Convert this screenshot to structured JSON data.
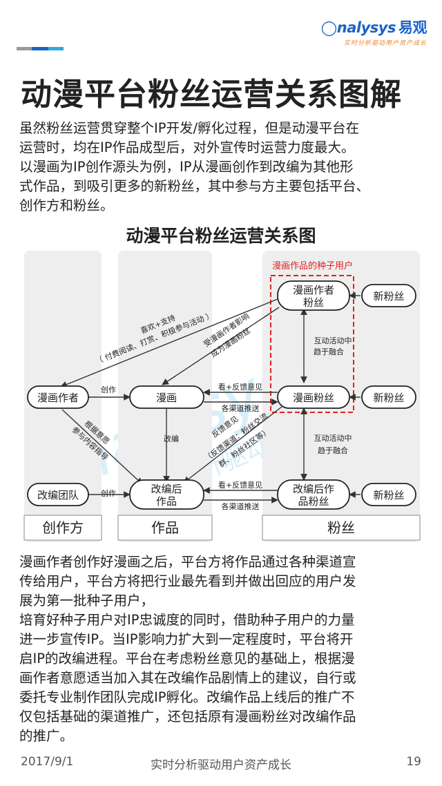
{
  "brand": {
    "logo_text": "nalysys",
    "logo_cn": "易观",
    "tagline": "实时分析驱动用户资产成长",
    "accent_colors": [
      "#9a9a9a",
      "#1a63c7",
      "#2fa8e0"
    ]
  },
  "page_title": "动漫平台粉丝运营关系图解",
  "intro": [
    "虽然粉丝运营贯穿整个IP开发/孵化过程，但是动漫平台在运营时，均在IP作品成型后，对外宣传时运营力度最大。",
    "以漫画为IP创作源头为例，IP从漫画创作到改编为其他形式作品，到吸引更多的新粉丝，其中参与方主要包括平台、创作方和粉丝。"
  ],
  "intro_lines": [
    "虽然粉丝运营贯穿整个IP开发/孵化过程，但是动漫平台在",
    "运营时，均在IP作品成型后，对外宣传时运营力度最大。",
    "以漫画为IP创作源头为例，IP从漫画创作到改编为其他形",
    "式作品，到吸引更多的新粉丝，其中参与方主要包括平台、",
    "创作方和粉丝。"
  ],
  "diagram": {
    "title": "动漫平台粉丝运营关系图",
    "seed_label": "漫画作品的种子用户",
    "columns": [
      "创作方",
      "作品",
      "粉丝"
    ],
    "nodes": {
      "author": "漫画作者",
      "adapt_team": "改编团队",
      "comic": "漫画",
      "adapted_work_1": "改编后",
      "adapted_work_2": "作品",
      "author_fans_1": "漫画作者",
      "author_fans_2": "粉丝",
      "comic_fans": "漫画粉丝",
      "adapted_fans_1": "改编后作",
      "adapted_fans_2": "品粉丝",
      "new_fans": "新粉丝"
    },
    "edges": {
      "like_support": "喜欢+支持",
      "like_support_detail": "（ 付费阅读、打赏、积极参与活动 ）",
      "influenced_1": "受漫画作者影响",
      "influenced_2": "成为漫画粉丝",
      "create_1": "创作",
      "create_2": "创作",
      "watch_feedback_1": "看+反馈意见",
      "channel_push_1": "各渠道推送",
      "watch_feedback_2": "看+反馈意见",
      "channel_push_2": "各渠道推送",
      "interaction_1a": "互动活动中",
      "interaction_1b": "趋于融合",
      "interaction_2a": "互动活动中",
      "interaction_2b": "趋于融合",
      "adapt": "改编",
      "wish_1": "根据意愿",
      "wish_2": "参与内容指导",
      "feedback_1": "反馈意见",
      "feedback_2": "（反馈渠道：粉丝交流",
      "feedback_3": "群、粉丝社区等）"
    },
    "colors": {
      "seed_border": "#e02020",
      "panel": "#eeeeee",
      "node_border": "#222222"
    }
  },
  "body_lines": [
    "漫画作者创作好漫画之后，平台方将作品通过各种渠道宣",
    "传给用户，平台方将把行业最先看到并做出回应的用户发",
    "展为第一批种子用户，",
    "培育好种子用户对IP忠诚度的同时，借助种子用户的力量",
    "进一步宣传IP。当IP影响力扩大到一定程度时，平台将开",
    "启IP的改编进程。平台在考虑粉丝意见的基础上，根据漫",
    "画作者意愿适当加入其在改编作品剧情上的建议，自行或",
    "委托专业制作团队完成IP孵化。改编作品上线后的推广不",
    "仅包括基础的渠道推广，还包括原有漫画粉丝对改编作品",
    "的推广。"
  ],
  "footer": {
    "date": "2017/9/1",
    "center": "实时分析驱动用户资产成长",
    "page": "19"
  }
}
